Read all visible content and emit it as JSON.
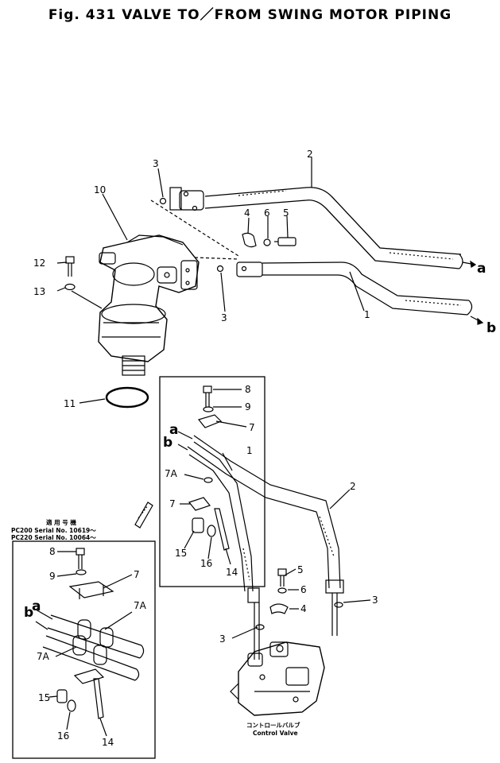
{
  "title": "Fig. 431   VALVE TO／FROM SWING MOTOR PIPING",
  "part_labels": {
    "top": {
      "p3a": "3",
      "p2": "2",
      "p10": "10",
      "p4": "4",
      "p6": "6",
      "p5": "5",
      "p12": "12",
      "p13": "13",
      "p3b": "3",
      "p1": "1",
      "p11": "11"
    },
    "box": {
      "p8": "8",
      "p9": "9",
      "p7a": "7",
      "p7A": "7A",
      "p7b": "7",
      "p15": "15",
      "p16": "16",
      "p14": "14",
      "p1": "1"
    },
    "lower": {
      "p2": "2",
      "p5": "5",
      "p6": "6",
      "p4": "4",
      "p3a": "3",
      "p3b": "3"
    },
    "inset": {
      "p8": "8",
      "p9": "9",
      "p7": "7",
      "p7A1": "7A",
      "p7A2": "7A",
      "p15": "15",
      "p16": "16",
      "p14": "14"
    }
  },
  "ports": {
    "a": "a",
    "b": "b"
  },
  "serial_note": {
    "heading": "適 用 号 機",
    "line1": "PC200 Serial No. 10619～",
    "line2": "PC220 Serial No. 10064～"
  },
  "control_valve": {
    "jp": "コントロールバルブ",
    "en": "Control Valve"
  }
}
